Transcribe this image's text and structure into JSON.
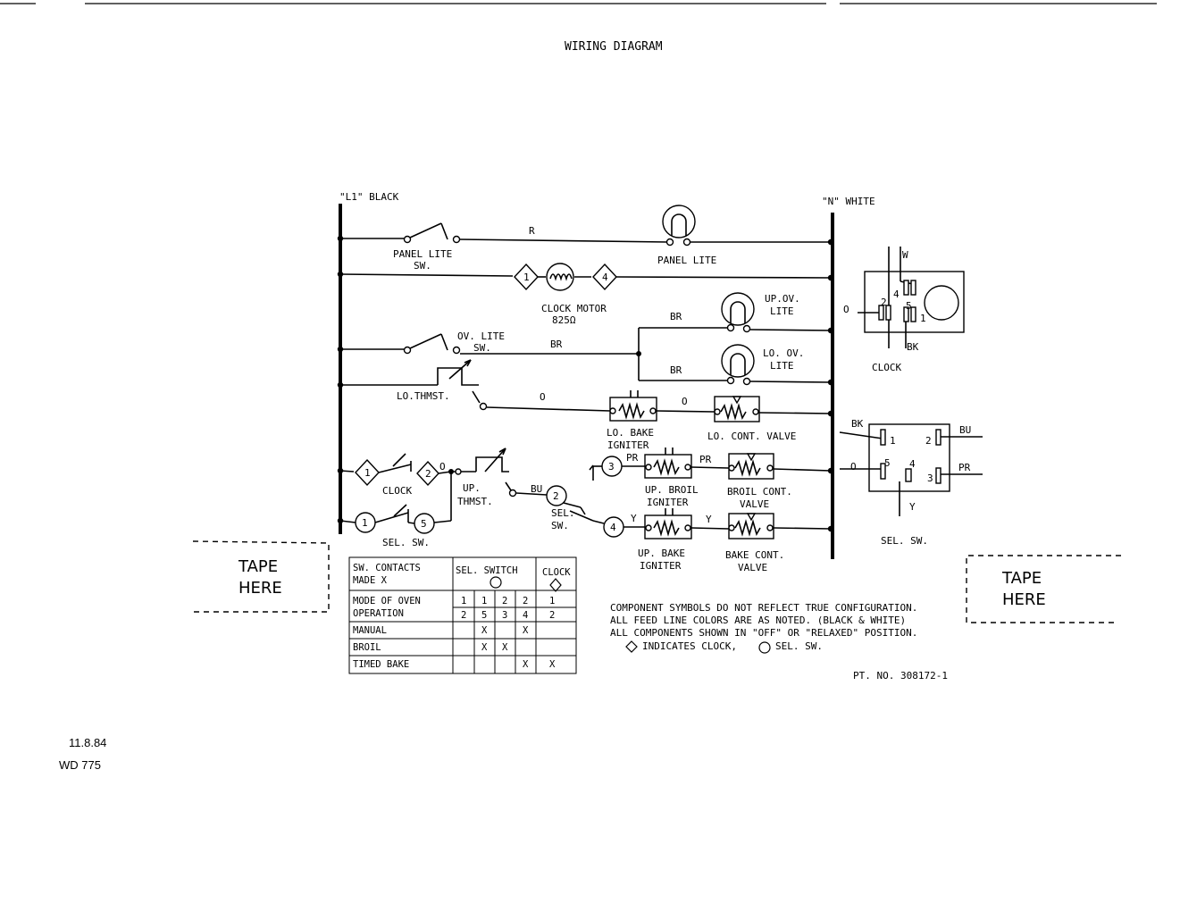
{
  "title": "WIRING DIAGRAM",
  "lines": {
    "l1": "\"L1\" BLACK",
    "n": "\"N\" WHITE"
  },
  "components": {
    "panel_lite_sw": [
      "PANEL LITE",
      "SW."
    ],
    "panel_lite": "PANEL LITE",
    "clock_motor": [
      "CLOCK MOTOR",
      "825Ω"
    ],
    "up_ov_lite": [
      "UP.OV.",
      "LITE"
    ],
    "ov_lite_sw": [
      "OV. LITE",
      "SW."
    ],
    "lo_ov_lite": [
      "LO. OV.",
      "LITE"
    ],
    "lo_thmst": "LO.THMST.",
    "lo_bake_igniter": [
      "LO. BAKE",
      "IGNITER"
    ],
    "lo_cont_valve": "LO. CONT. VALVE",
    "clock": "CLOCK",
    "up_thmst": [
      "UP.",
      "THMST."
    ],
    "sel_sw_lower": "SEL. SW.",
    "sel_sw_mid": [
      "SEL.",
      "SW."
    ],
    "up_broil_igniter": [
      "UP. BROIL",
      "IGNITER"
    ],
    "broil_cont_valve": [
      "BROIL CONT.",
      "VALVE"
    ],
    "up_bake_igniter": [
      "UP. BAKE",
      "IGNITER"
    ],
    "bake_cont_valve": [
      "BAKE CONT.",
      "VALVE"
    ],
    "clock_detail": "CLOCK",
    "sel_sw_detail": "SEL. SW."
  },
  "wire_colors": {
    "r": "R",
    "br": "BR",
    "o": "O",
    "pr": "PR",
    "bu": "BU",
    "y": "Y",
    "w": "W",
    "bk": "BK"
  },
  "terminals": [
    "1",
    "2",
    "3",
    "4",
    "5"
  ],
  "tape_left": [
    "TAPE",
    "HERE"
  ],
  "tape_right": [
    "TAPE",
    "HERE"
  ],
  "contact_table": {
    "header_left": [
      "SW. CONTACTS",
      "MADE  X"
    ],
    "header_sel": "SEL. SWITCH",
    "header_clock": "CLOCK",
    "mode_label": [
      "MODE OF OVEN",
      "OPERATION"
    ],
    "sel_top": [
      "1",
      "1",
      "2",
      "2"
    ],
    "sel_bottom": [
      "2",
      "5",
      "3",
      "4"
    ],
    "clock_top": "1",
    "clock_bottom": "2",
    "rows": [
      {
        "label": "MANUAL",
        "marks": [
          "",
          "X",
          "",
          "X",
          ""
        ]
      },
      {
        "label": "BROIL",
        "marks": [
          "",
          "X",
          "X",
          "",
          ""
        ]
      },
      {
        "label": "TIMED BAKE",
        "marks": [
          "",
          "",
          "",
          "X",
          "X"
        ]
      }
    ]
  },
  "notes": [
    "COMPONENT SYMBOLS DO NOT REFLECT TRUE CONFIGURATION.",
    "ALL FEED LINE COLORS ARE AS NOTED.  (BLACK & WHITE)",
    "ALL COMPONENTS SHOWN IN \"OFF\" OR \"RELAXED\" POSITION.",
    "INDICATES CLOCK,",
    "SEL. SW."
  ],
  "part_no": "PT. NO.  308172-1",
  "footer": {
    "date": "11.8.84",
    "code": "WD 775"
  }
}
